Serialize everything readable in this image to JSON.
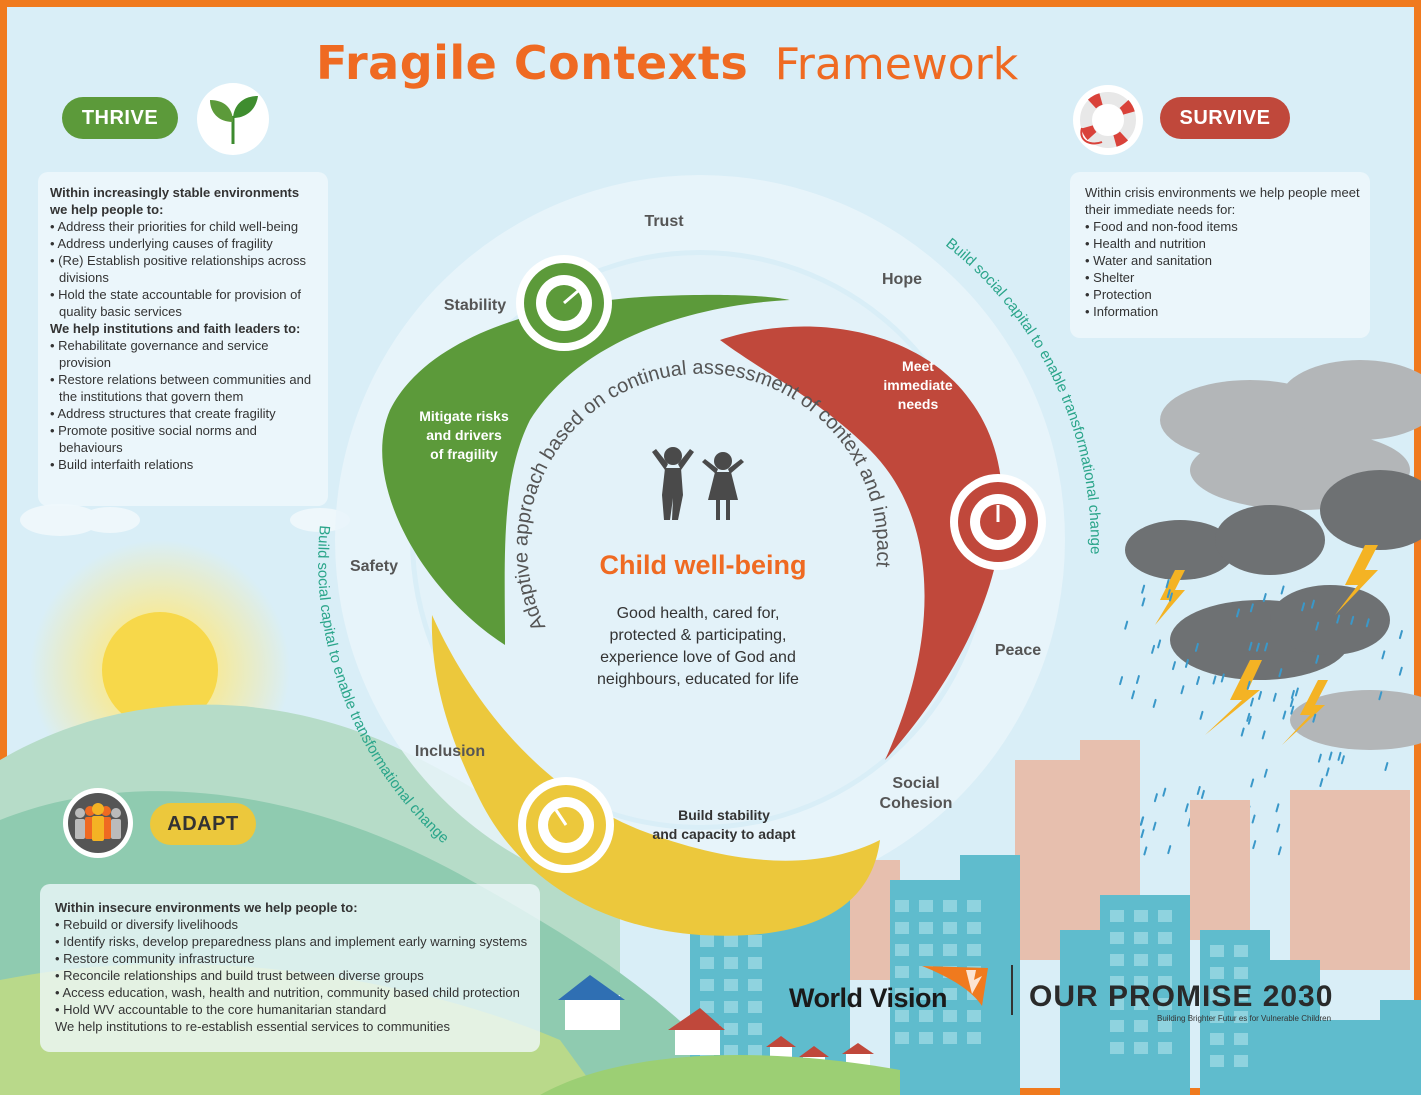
{
  "title": {
    "bold": "Fragile Contexts",
    "light": "Framework"
  },
  "thrive": {
    "label": "THRIVE",
    "heading1": "Within increasingly stable environments we help people to:",
    "items1": [
      "Address their priorities for child well-being",
      "Address underlying causes of fragility",
      "(Re) Establish positive relationships across divisions",
      "Hold the state accountable for provision of quality basic services"
    ],
    "heading2": "We help institutions and faith leaders to:",
    "items2": [
      "Rehabilitate governance and service provision",
      "Restore relations between communities and the institutions that govern them",
      "Address structures that create fragility",
      "Promote positive social norms and behaviours",
      "Build interfaith relations"
    ]
  },
  "survive": {
    "label": "SURVIVE",
    "heading": "Within crisis environments we help people meet their immediate needs for:",
    "items": [
      "Food and non-food items",
      "Health and nutrition",
      "Water and sanitation",
      "Shelter",
      "Protection",
      "Information"
    ]
  },
  "adapt": {
    "label": "ADAPT",
    "heading": "Within insecure environments we help people to:",
    "items": [
      "Rebuild or diversify livelihoods",
      "Identify risks, develop preparedness plans and implement early warning systems",
      "Restore community infrastructure",
      "Reconcile relationships and build trust between diverse groups",
      "Access education, wash, health and nutrition, community based child protection",
      "Hold WV accountable to the core humanitarian standard"
    ],
    "footer": "We help institutions to re-establish essential services to communities"
  },
  "ring_labels": {
    "trust": "Trust",
    "hope": "Hope",
    "stability": "Stability",
    "safety": "Safety",
    "peace": "Peace",
    "inclusion": "Inclusion",
    "social_cohesion_1": "Social",
    "social_cohesion_2": "Cohesion"
  },
  "petals": {
    "green": {
      "line1": "Mitigate risks",
      "line2": "and drivers",
      "line3": "of fragility",
      "color": "#5c9a3a"
    },
    "red": {
      "line1": "Meet",
      "line2": "immediate",
      "line3": "needs",
      "color": "#c0483b"
    },
    "yellow": {
      "line1": "Build stability",
      "line2": "and capacity to adapt",
      "color": "#ecc83c"
    }
  },
  "arc_text": {
    "inner": "Adaptive approach based on continual assessment of context and impact",
    "right": "Build social capital to enable transformational change",
    "left": "Build social capital to enable transformational change"
  },
  "center": {
    "title": "Child well-being",
    "line1": "Good health,  cared for,",
    "line2": "protected & participating,",
    "line3": "experience love of God and",
    "line4": "neighbours, educated for life"
  },
  "logos": {
    "world_vision": "World Vision",
    "our_promise": "OUR PROMISE 2030",
    "tagline": "Building Brighter Futur es for Vulnerable Children"
  },
  "icons": {
    "thrive": "sprout-icon",
    "survive": "lifebuoy-icon",
    "adapt": "people-group-icon",
    "gauge": "gauge-icon",
    "children": "children-icon"
  },
  "colors": {
    "orange": "#ef6a22",
    "green": "#5c9a3a",
    "red": "#c0483b",
    "yellow": "#ecc83c",
    "teal": "#2aa58a",
    "sky": "#d9eef7"
  }
}
